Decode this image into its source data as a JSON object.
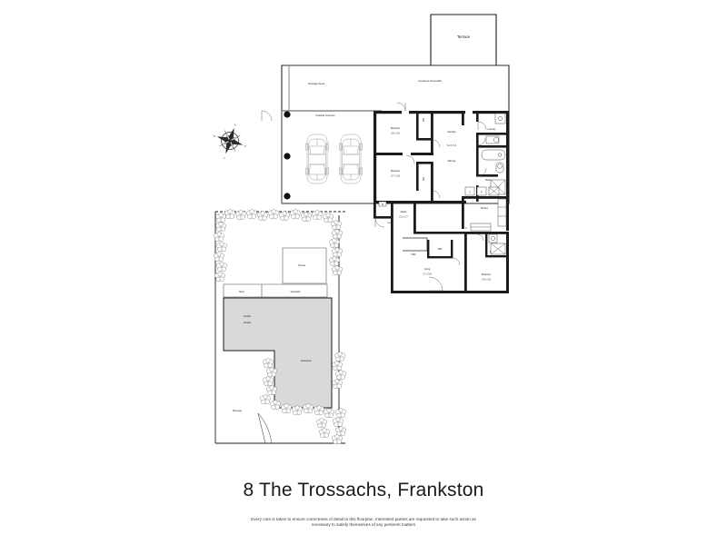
{
  "document": {
    "title": "8 The Trossachs, Frankston",
    "disclaimer": "Every care is taken to ensure correctness of detail to this floorplan. Interested parties are requested to take such action as necessary to satisfy themselves of any pertinent matters"
  },
  "compass": {
    "north": "N",
    "east": "E",
    "south": "S",
    "west": "W"
  },
  "floorplan": {
    "rooms": [
      {
        "id": "terrace_top",
        "name": "Terrace",
        "dims": ""
      },
      {
        "id": "storage_area",
        "name": "Storage Area",
        "dims": ""
      },
      {
        "id": "covered_verandah",
        "name": "Covered  Verandah",
        "dims": ""
      },
      {
        "id": "double_carport",
        "name": "Double Carport",
        "dims": ""
      },
      {
        "id": "bedroom_1",
        "name": "Bedroom",
        "dims": "3.6 x 3.6"
      },
      {
        "id": "bedroom_2",
        "name": "Bedroom",
        "dims": "3.7 x 3.6"
      },
      {
        "id": "family",
        "name": "Family",
        "dims": "6.2 X 3.4"
      },
      {
        "id": "dining",
        "name": "Dining",
        "dims": ""
      },
      {
        "id": "laundry",
        "name": "Laundry",
        "dims": ""
      },
      {
        "id": "bath",
        "name": "Bath",
        "dims": ""
      },
      {
        "id": "kitchen",
        "name": "Kitchen",
        "dims": ""
      },
      {
        "id": "meals",
        "name": "Meals",
        "dims": "2.3 x 2.7"
      },
      {
        "id": "living",
        "name": "Living",
        "dims": "3.7 x 5.8"
      },
      {
        "id": "bedroom_3",
        "name": "Bedroom",
        "dims": "3.9 x 3.8"
      },
      {
        "id": "ensuite",
        "name": "Ens",
        "dims": ""
      }
    ],
    "closets": [
      {
        "id": "bir_1",
        "name": "BIR"
      },
      {
        "id": "bir_2",
        "name": "BIR"
      },
      {
        "id": "wir",
        "name": "WIR"
      }
    ],
    "fixtures": [
      {
        "id": "fridge",
        "name": "F"
      },
      {
        "id": "cupboard",
        "name": "C"
      },
      {
        "id": "pantry",
        "name": "P"
      },
      {
        "id": "stove",
        "name": "St"
      },
      {
        "id": "linen",
        "name": "Lin"
      }
    ]
  },
  "siteplan": {
    "labels": [
      {
        "id": "site_terrace",
        "name": "Terrace"
      },
      {
        "id": "site_store",
        "name": "Store"
      },
      {
        "id": "site_verandah",
        "name": "Verandah"
      },
      {
        "id": "site_carport",
        "name": "Double\nCarport",
        "line1": "Double",
        "line2": "Carport"
      },
      {
        "id": "site_residence",
        "name": "Residence"
      },
      {
        "id": "site_driveway",
        "name": "Driveway"
      }
    ]
  },
  "colors": {
    "ink": "#1b1b1b",
    "shade": "#d9d9d9",
    "paper": "#ffffff",
    "hairline": "#555555"
  }
}
